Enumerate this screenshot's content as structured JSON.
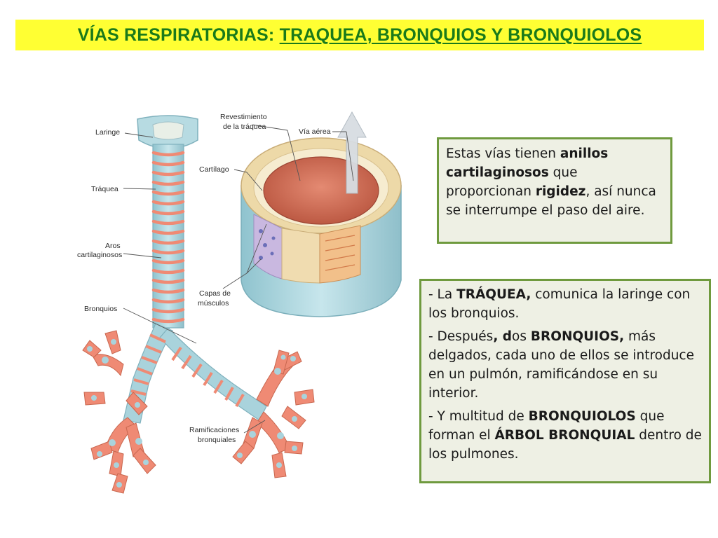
{
  "title": {
    "part1": "VÍAS RESPIRATORIAS:",
    "part2": "TRAQUEA, BRONQUIOS Y BRONQUIOLOS"
  },
  "diagram_labels": {
    "laringe": "Laringe",
    "traquea": "Tráquea",
    "aros_line1": "Aros",
    "aros_line2": "cartilaginosos",
    "bronquios": "Bronquios",
    "ramificaciones_line1": "Ramificaciones",
    "ramificaciones_line2": "bronquiales",
    "revestimiento_line1": "Revestimiento",
    "revestimiento_line2": "de la tráquea",
    "via_aerea": "Vía aérea",
    "cartilago": "Cartílago",
    "capas_line1": "Capas de",
    "capas_line2": "músculos"
  },
  "box1": {
    "t1": "Estas vías tienen ",
    "b1": "anillos cartilaginosos",
    "t2": " que proporcionan ",
    "b2": "rigidez",
    "t3": ", así nunca se interrumpe el paso del aire."
  },
  "box2": {
    "p1_t1": "- La ",
    "p1_b1": "TRÁQUEA,",
    "p1_t2": " comunica la laringe con los bronquios.",
    "p2_t1": "- Después",
    "p2_b1": ", d",
    "p2_t2": "os ",
    "p2_b2": "BRONQUIOS,",
    "p2_t3": " más delgados, cada uno de ellos se introduce en un pulmón, ramificándose en su interior.",
    "p3_t1": "- Y multitud de ",
    "p3_b1": "BRONQUIOLOS",
    "p3_t2": " que forman el ",
    "p3_b2": "ÁRBOL BRONQUIAL",
    "p3_t3": " dentro de los pulmones."
  },
  "colors": {
    "title_bg": "#ffff33",
    "title_text": "#1a7a1a",
    "box_border": "#6f9a3e",
    "box_bg": "#eef0e4",
    "airway_blue": "#a9d3dc",
    "cartilage_salmon": "#ef8a74"
  }
}
